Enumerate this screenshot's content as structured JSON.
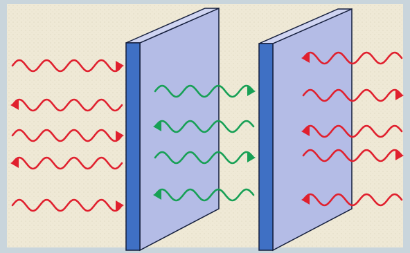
{
  "colors": {
    "frame": "#c9d5dc",
    "background": "#efe9d6",
    "plate_face": "#b4bce6",
    "plate_face_light": "#d0d5f2",
    "plate_edge": "#3f70c4",
    "plate_outline": "#141e3c",
    "outer_wave": "#e0202e",
    "inner_wave": "#17a055"
  },
  "icons": {
    "plate": "plate",
    "outer_wave": "wavy-arrow-red",
    "inner_wave": "wavy-arrow-green"
  },
  "diagram": {
    "plates": [
      "left-plate",
      "right-plate"
    ],
    "outer_left_waves": [
      {
        "direction": "right"
      },
      {
        "direction": "left"
      },
      {
        "direction": "right"
      },
      {
        "direction": "left"
      },
      {
        "direction": "right"
      }
    ],
    "inner_waves": [
      {
        "direction": "right"
      },
      {
        "direction": "left"
      },
      {
        "direction": "right"
      },
      {
        "direction": "left"
      }
    ],
    "outer_right_waves": [
      {
        "direction": "left"
      },
      {
        "direction": "right"
      },
      {
        "direction": "left"
      },
      {
        "direction": "right"
      },
      {
        "direction": "left"
      }
    ]
  }
}
